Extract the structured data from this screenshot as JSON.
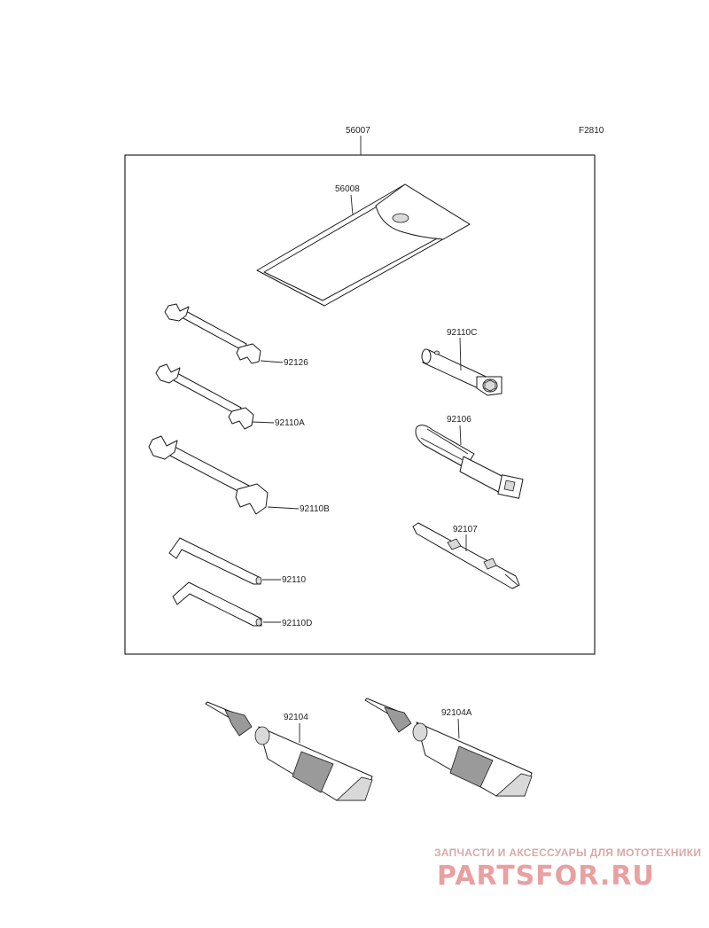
{
  "diagram": {
    "figure_code": "F2810",
    "kit_label": "56007",
    "parts": {
      "pouch": "56008",
      "wrench_small": "92126",
      "wrench_medium": "92110A",
      "wrench_large": "92110B",
      "hex_key_a": "92110",
      "hex_key_b": "92110D",
      "spark_socket": "92110C",
      "handle": "92106",
      "screwdriver": "92107",
      "tube_left": "92104",
      "tube_right": "92104A"
    }
  },
  "watermark": {
    "tagline": "ЗАПЧАСТИ И АКСЕССУАРЫ ДЛЯ МОТОТЕХНИКИ",
    "logo": "PARTSFOR.RU"
  },
  "colors": {
    "line": "#1a1a1a",
    "shade": "#d9d9d9",
    "watermark": "#e8a0a0"
  }
}
